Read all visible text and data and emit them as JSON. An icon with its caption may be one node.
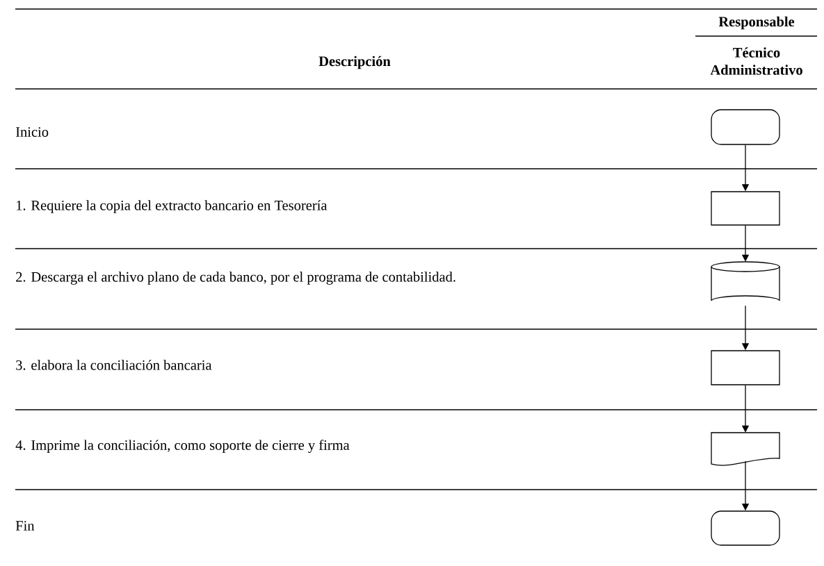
{
  "diagram": {
    "nodes": [
      {
        "text": [],
        "shape": "terminal"
      },
      {
        "text": [],
        "shape": "box"
      },
      {
        "text": [],
        "shape": "cylinder"
      },
      {
        "text": [],
        "shape": "box"
      },
      {
        "text": [],
        "shape": "document"
      },
      {
        "text": [],
        "shape": "terminal"
      }
    ],
    "edges": [
      {
        "from": 0,
        "to": 1,
        "arrow": "to"
      },
      {
        "from": 1,
        "to": 2,
        "arrow": "to"
      },
      {
        "from": 2,
        "to": 3,
        "arrow": "to"
      },
      {
        "from": 3,
        "to": 4,
        "arrow": "to"
      },
      {
        "from": 4,
        "to": 5,
        "arrow": "to"
      }
    ],
    "labels": [
      "Descripción",
      "Responsable",
      "Técnico Administrativo",
      "Inicio",
      "1. Requiere la copia del extracto bancario en Tesorería",
      "2. Descarga el archivo plano de cada banco, por el programa de contabilidad.",
      "3. elabora la conciliación bancaria",
      "4. Imprime la conciliación, como soporte de cierre y firma",
      "Fin"
    ]
  }
}
